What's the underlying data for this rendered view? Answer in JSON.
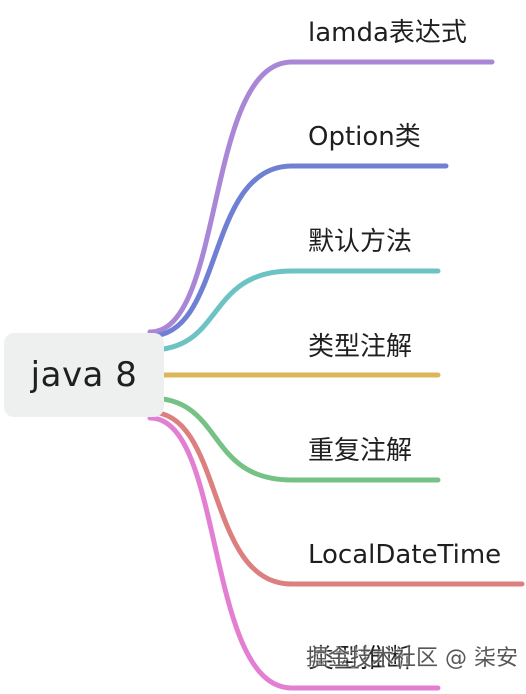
{
  "root": {
    "label": "java 8"
  },
  "branches": [
    {
      "label": "lamda表达式",
      "color": "#a987d6"
    },
    {
      "label": "Option类",
      "color": "#6f80d4"
    },
    {
      "label": "默认方法",
      "color": "#6dc3c3"
    },
    {
      "label": "类型注解",
      "color": "#dcb65a"
    },
    {
      "label": "重复注解",
      "color": "#76c286"
    },
    {
      "label": "LocalDateTime",
      "color": "#dc7f7f"
    },
    {
      "label": "类型推断",
      "color": "#e37fd3"
    }
  ],
  "watermark": {
    "text": "掘金技术社区 @ 柒安"
  }
}
